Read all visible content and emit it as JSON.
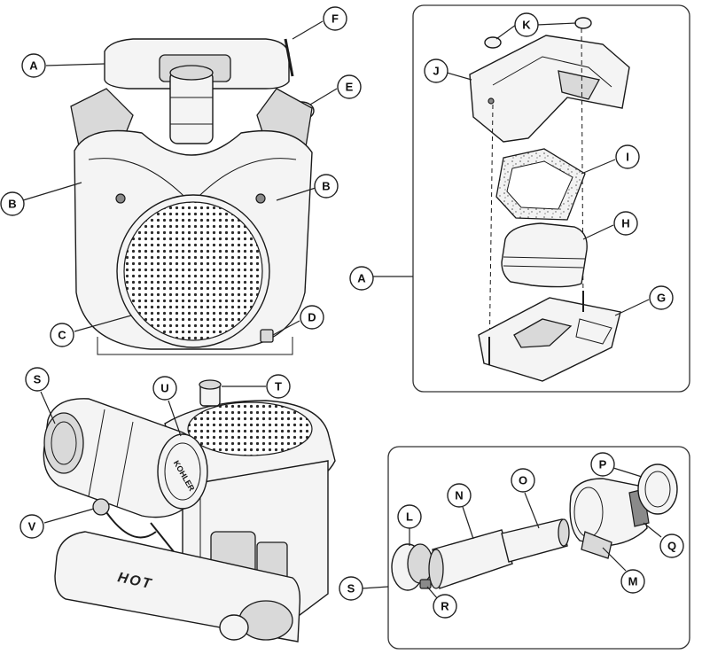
{
  "labels": {
    "A": "A",
    "B": "B",
    "C": "C",
    "D": "D",
    "E": "E",
    "F": "F",
    "G": "G",
    "H": "H",
    "I": "I",
    "J": "J",
    "K": "K",
    "L": "L",
    "M": "M",
    "N": "N",
    "O": "O",
    "P": "P",
    "Q": "Q",
    "R": "R",
    "S": "S",
    "T": "T",
    "U": "U",
    "V": "V"
  },
  "engine_text": {
    "hot": "HOT",
    "brand": "KOHLER"
  },
  "colors": {
    "line": "#1a1a1a",
    "panel_border": "#333333",
    "part_fill": "#f4f4f4",
    "shade_fill": "#d9d9d9"
  }
}
